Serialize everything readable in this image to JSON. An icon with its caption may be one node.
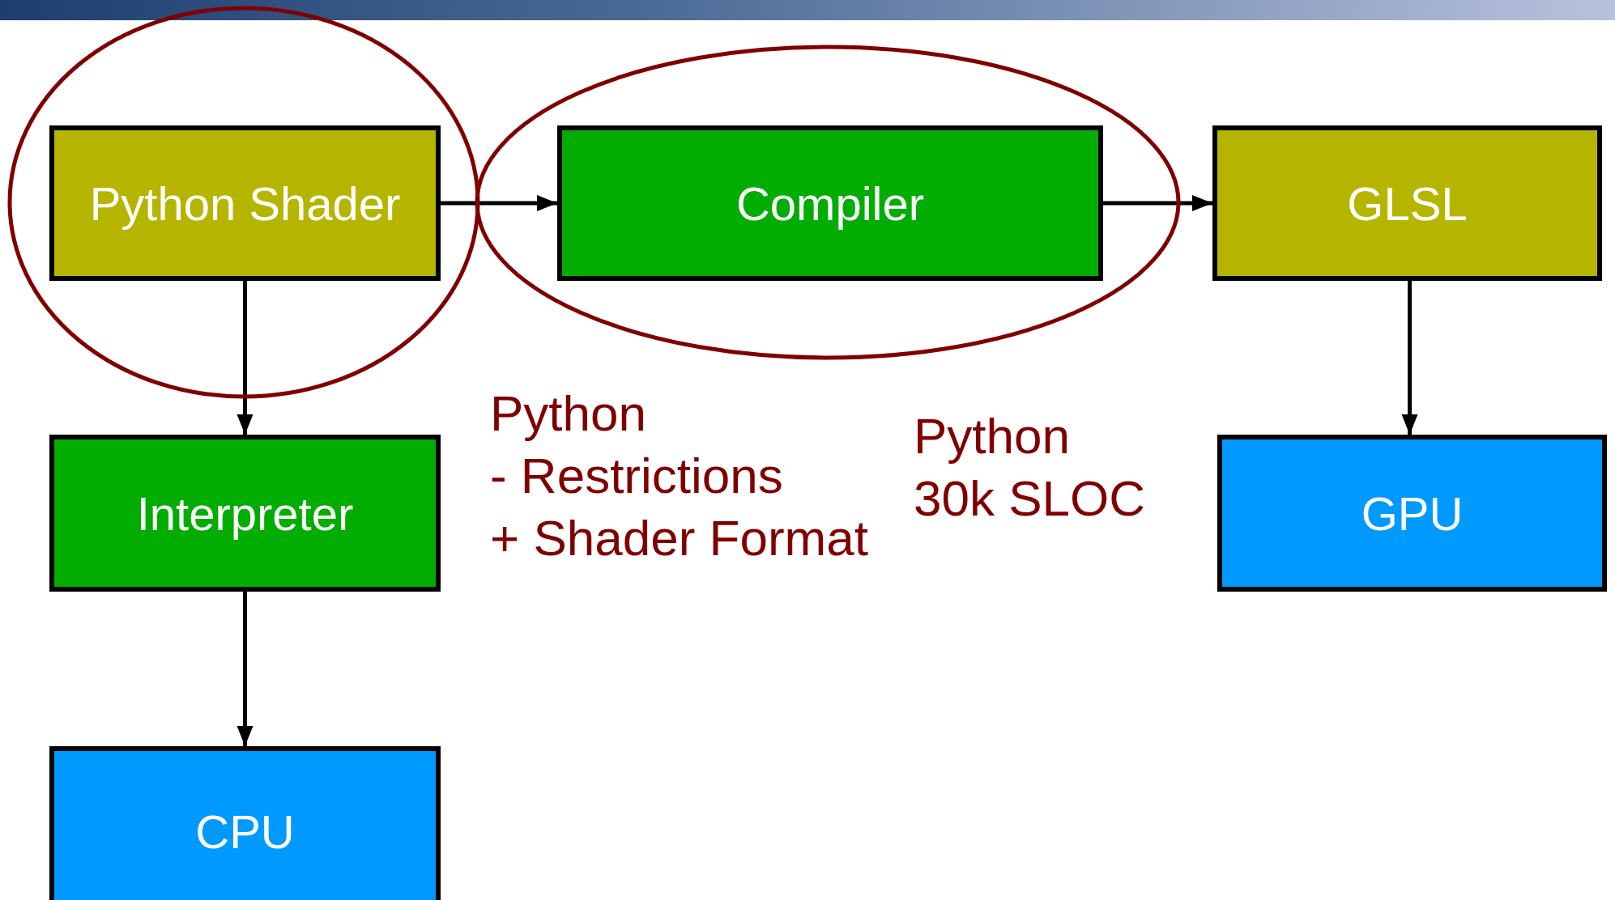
{
  "diagram": {
    "nodes": [
      {
        "text": [
          "Python Shader"
        ]
      },
      {
        "text": [
          "Compiler"
        ]
      },
      {
        "text": [
          "GLSL"
        ]
      },
      {
        "text": [
          "Interpreter"
        ]
      },
      {
        "text": [
          "GPU"
        ]
      },
      {
        "text": [
          "CPU"
        ]
      }
    ],
    "edges": [
      {
        "from": 0,
        "to": 1,
        "arrow": "to"
      },
      {
        "from": 1,
        "to": 2,
        "arrow": "to"
      },
      {
        "from": 0,
        "to": 3,
        "arrow": "to"
      },
      {
        "from": 2,
        "to": 4,
        "arrow": "to"
      },
      {
        "from": 3,
        "to": 5,
        "arrow": "to"
      }
    ],
    "labels": [
      "Python",
      "- Restrictions",
      "+ Shader Format",
      "Python",
      "30k SLOC"
    ]
  }
}
